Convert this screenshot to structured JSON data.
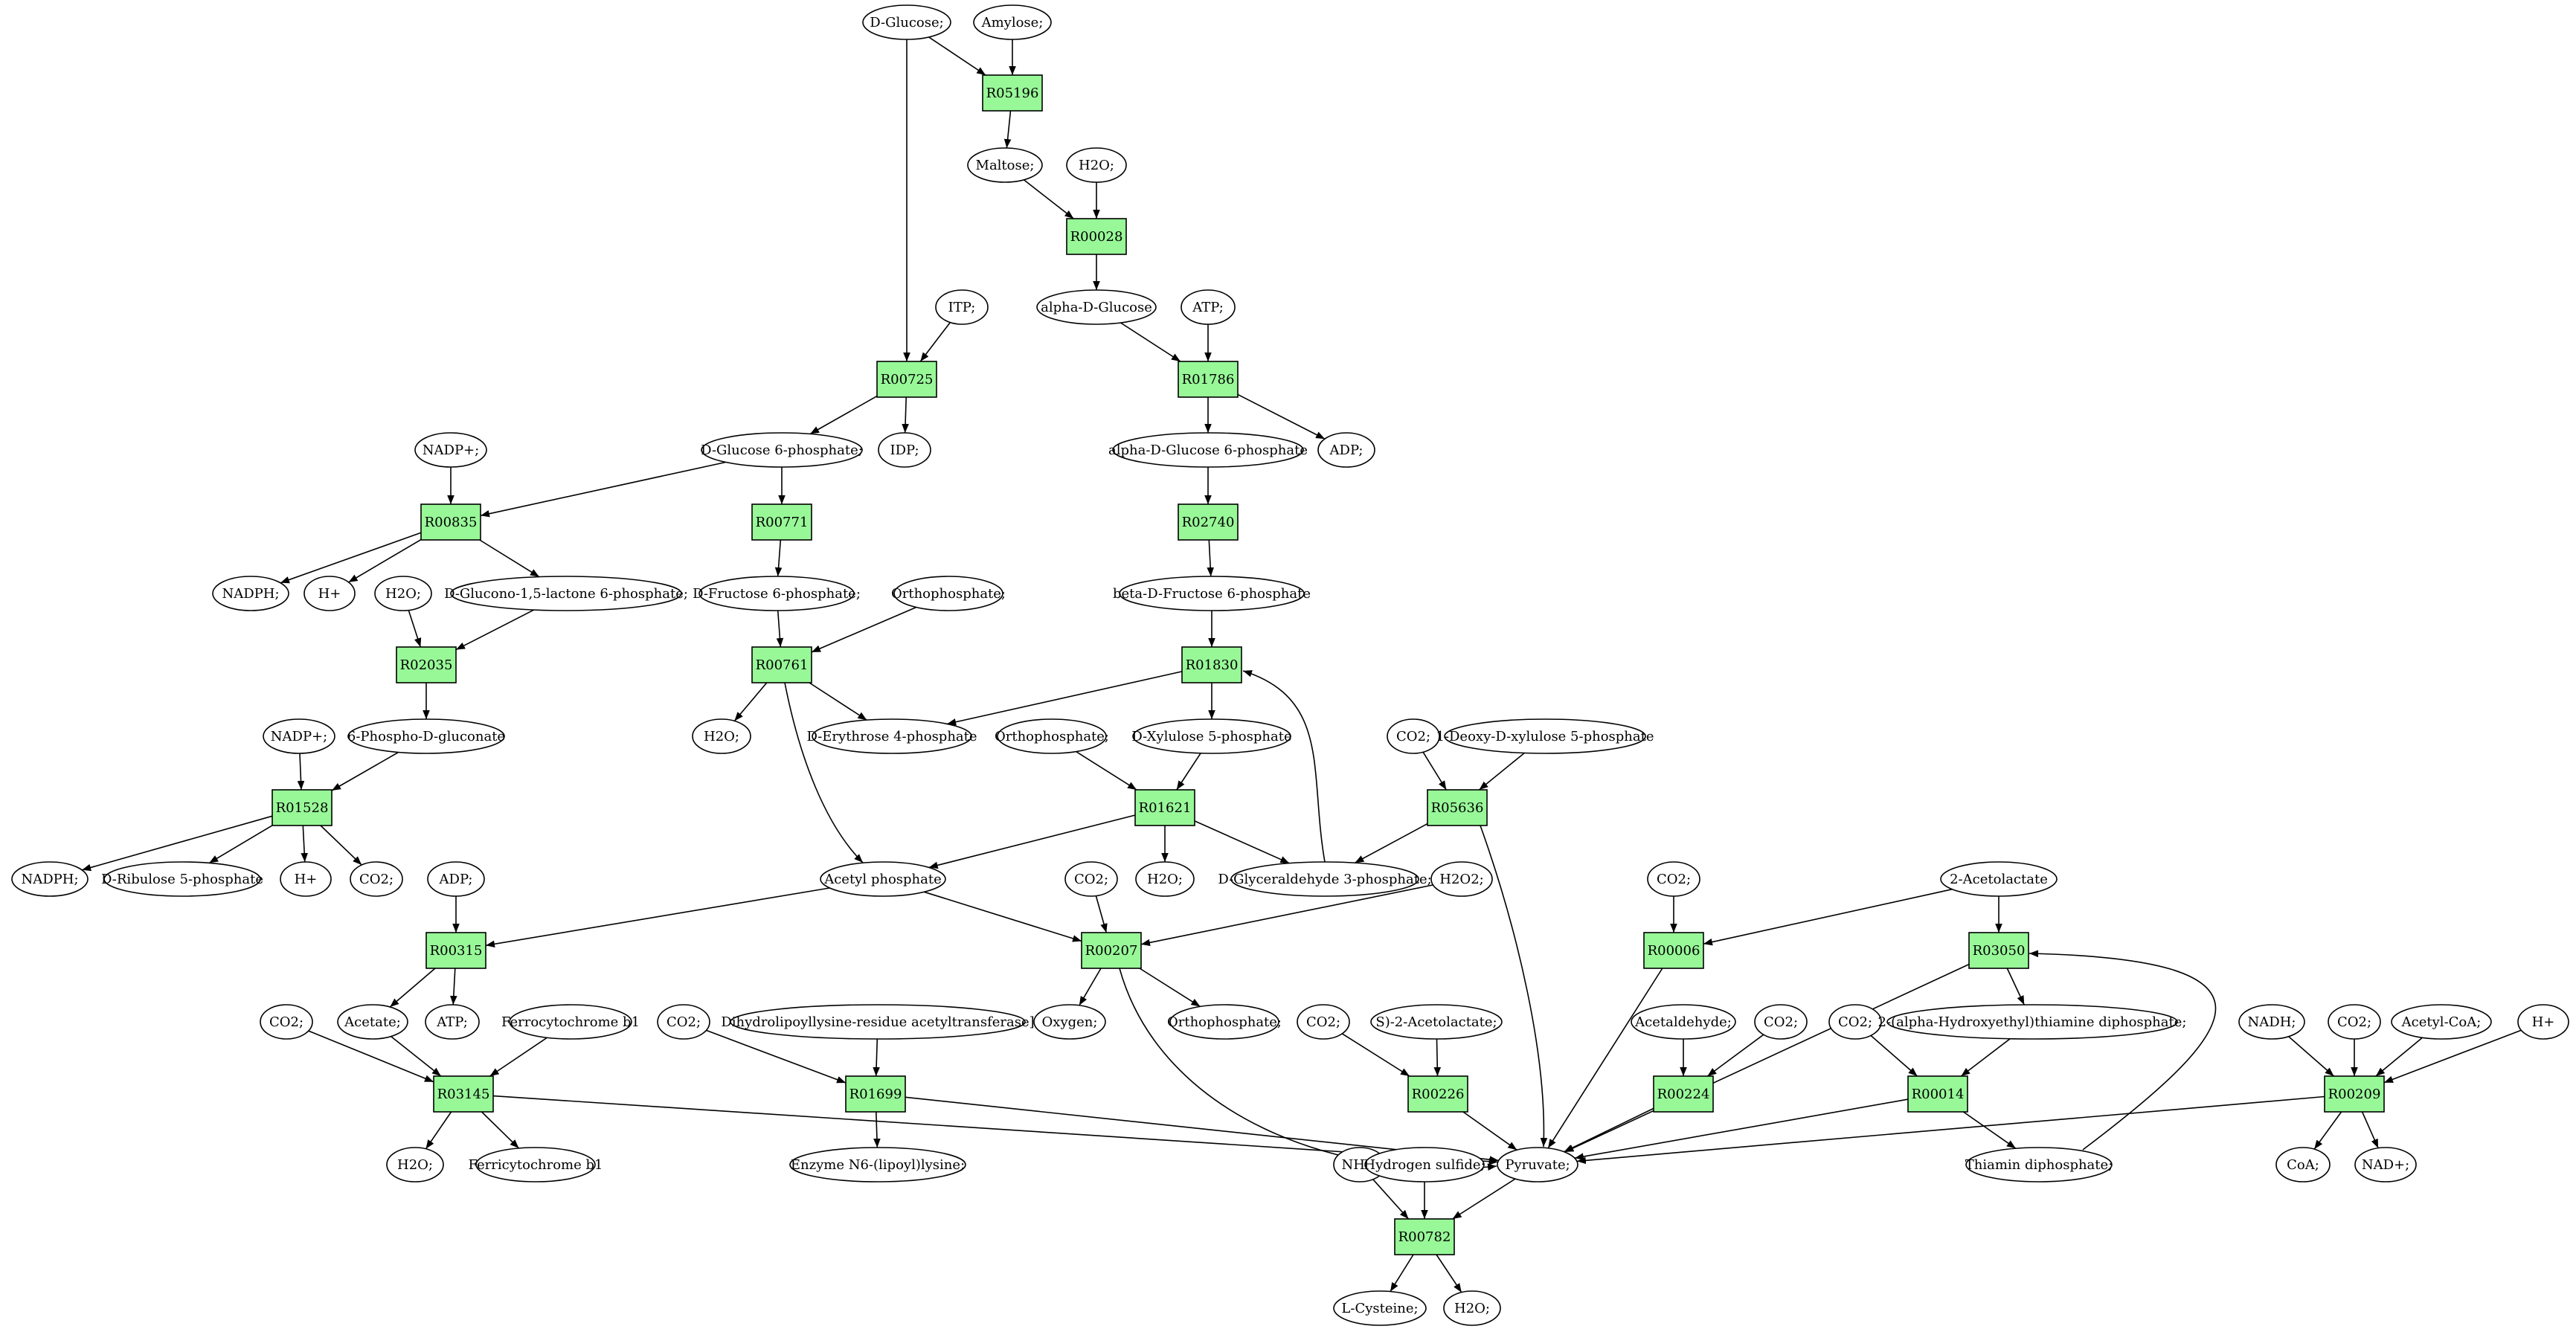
{
  "colors": {
    "reaction_fill": "#98f898",
    "metabolite_fill": "#ffffff",
    "start_fill": "#00ee00",
    "end_fill": "#ffff00",
    "stroke": "#000000"
  },
  "nodes": [
    {
      "id": "D-Glucose",
      "label": "D-Glucose;",
      "kind": "start"
    },
    {
      "id": "Amylose",
      "label": "Amylose;",
      "kind": "metabolite"
    },
    {
      "id": "R05196",
      "label": "R05196",
      "kind": "reaction"
    },
    {
      "id": "Maltose",
      "label": "Maltose;",
      "kind": "metabolite"
    },
    {
      "id": "H2O_1",
      "label": "H2O;",
      "kind": "metabolite"
    },
    {
      "id": "R00028",
      "label": "R00028",
      "kind": "reaction"
    },
    {
      "id": "ITP",
      "label": "ITP;",
      "kind": "metabolite"
    },
    {
      "id": "aDG",
      "label": "alpha-D-Glucose",
      "kind": "metabolite"
    },
    {
      "id": "ATP_1",
      "label": "ATP;",
      "kind": "metabolite"
    },
    {
      "id": "R00725",
      "label": "R00725",
      "kind": "reaction"
    },
    {
      "id": "R01786",
      "label": "R01786",
      "kind": "reaction"
    },
    {
      "id": "NADPp_1",
      "label": "NADP+;",
      "kind": "metabolite"
    },
    {
      "id": "DG6P",
      "label": "D-Glucose 6-phosphate;",
      "kind": "metabolite"
    },
    {
      "id": "IDP",
      "label": "IDP;",
      "kind": "metabolite"
    },
    {
      "id": "aDG6P",
      "label": "alpha-D-Glucose 6-phosphate",
      "kind": "metabolite"
    },
    {
      "id": "ADP_1",
      "label": "ADP;",
      "kind": "metabolite"
    },
    {
      "id": "R00835",
      "label": "R00835",
      "kind": "reaction"
    },
    {
      "id": "R00771",
      "label": "R00771",
      "kind": "reaction"
    },
    {
      "id": "R02740",
      "label": "R02740",
      "kind": "reaction"
    },
    {
      "id": "NADPH_1",
      "label": "NADPH;",
      "kind": "metabolite"
    },
    {
      "id": "Hp_1",
      "label": "H+",
      "kind": "metabolite"
    },
    {
      "id": "H2O_2",
      "label": "H2O;",
      "kind": "metabolite"
    },
    {
      "id": "DGlucono",
      "label": "D-Glucono-1,5-lactone 6-phosphate;",
      "kind": "metabolite"
    },
    {
      "id": "DF6P",
      "label": "D-Fructose 6-phosphate;",
      "kind": "metabolite"
    },
    {
      "id": "Ortho_1",
      "label": "Orthophosphate;",
      "kind": "metabolite"
    },
    {
      "id": "bDF6P",
      "label": "beta-D-Fructose 6-phosphate",
      "kind": "metabolite"
    },
    {
      "id": "R02035",
      "label": "R02035",
      "kind": "reaction"
    },
    {
      "id": "R00761",
      "label": "R00761",
      "kind": "reaction"
    },
    {
      "id": "R01830",
      "label": "R01830",
      "kind": "reaction"
    },
    {
      "id": "NADPp_2",
      "label": "NADP+;",
      "kind": "metabolite"
    },
    {
      "id": "PDG",
      "label": "6-Phospho-D-gluconate",
      "kind": "metabolite"
    },
    {
      "id": "H2O_3",
      "label": "H2O;",
      "kind": "metabolite"
    },
    {
      "id": "DE4P",
      "label": "D-Erythrose 4-phosphate",
      "kind": "metabolite"
    },
    {
      "id": "Ortho_2",
      "label": "Orthophosphate;",
      "kind": "metabolite"
    },
    {
      "id": "DX5P",
      "label": "D-Xylulose 5-phosphate",
      "kind": "metabolite"
    },
    {
      "id": "CO2_1",
      "label": "CO2;",
      "kind": "metabolite"
    },
    {
      "id": "DOX",
      "label": "1-Deoxy-D-xylulose 5-phosphate",
      "kind": "metabolite"
    },
    {
      "id": "R01528",
      "label": "R01528",
      "kind": "reaction"
    },
    {
      "id": "R01621",
      "label": "R01621",
      "kind": "reaction"
    },
    {
      "id": "R05636",
      "label": "R05636",
      "kind": "reaction"
    },
    {
      "id": "NADPH_2",
      "label": "NADPH;",
      "kind": "metabolite"
    },
    {
      "id": "DR5P",
      "label": "D-Ribulose 5-phosphate",
      "kind": "metabolite"
    },
    {
      "id": "Hp_2",
      "label": "H+",
      "kind": "metabolite"
    },
    {
      "id": "CO2_2",
      "label": "CO2;",
      "kind": "metabolite"
    },
    {
      "id": "ADP_2",
      "label": "ADP;",
      "kind": "metabolite"
    },
    {
      "id": "AcP",
      "label": "Acetyl phosphate",
      "kind": "metabolite"
    },
    {
      "id": "CO2_3",
      "label": "CO2;",
      "kind": "metabolite"
    },
    {
      "id": "H2O_4",
      "label": "H2O;",
      "kind": "metabolite"
    },
    {
      "id": "G3P",
      "label": "D-Glyceraldehyde 3-phosphate;",
      "kind": "metabolite"
    },
    {
      "id": "H2O2",
      "label": "H2O2;",
      "kind": "metabolite"
    },
    {
      "id": "CO2_4",
      "label": "CO2;",
      "kind": "metabolite"
    },
    {
      "id": "AcLac",
      "label": "2-Acetolactate",
      "kind": "metabolite"
    },
    {
      "id": "R00315",
      "label": "R00315",
      "kind": "reaction"
    },
    {
      "id": "R00207",
      "label": "R00207",
      "kind": "reaction"
    },
    {
      "id": "R00006",
      "label": "R00006",
      "kind": "reaction"
    },
    {
      "id": "R03050",
      "label": "R03050",
      "kind": "reaction"
    },
    {
      "id": "CO2_5",
      "label": "CO2;",
      "kind": "metabolite"
    },
    {
      "id": "Acetate",
      "label": "Acetate;",
      "kind": "metabolite"
    },
    {
      "id": "ATP_2",
      "label": "ATP;",
      "kind": "metabolite"
    },
    {
      "id": "FerroB1",
      "label": "Ferrocytochrome b1",
      "kind": "metabolite"
    },
    {
      "id": "CO2_6",
      "label": "CO2;",
      "kind": "metabolite"
    },
    {
      "id": "DLAT",
      "label": "Dihydrolipoyllysine-residue acetyltransferase]",
      "kind": "metabolite"
    },
    {
      "id": "Oxygen",
      "label": "Oxygen;",
      "kind": "metabolite"
    },
    {
      "id": "Ortho_3",
      "label": "Orthophosphate;",
      "kind": "metabolite"
    },
    {
      "id": "CO2_7",
      "label": "CO2;",
      "kind": "metabolite"
    },
    {
      "id": "SAcLac",
      "label": "S)-2-Acetolactate;",
      "kind": "metabolite"
    },
    {
      "id": "Acetald",
      "label": "Acetaldehyde;",
      "kind": "metabolite"
    },
    {
      "id": "CO2_8",
      "label": "CO2;",
      "kind": "metabolite"
    },
    {
      "id": "CO2_9",
      "label": "CO2;",
      "kind": "metabolite"
    },
    {
      "id": "HETPP",
      "label": "2-(alpha-Hydroxyethyl)thiamine diphosphate;",
      "kind": "metabolite"
    },
    {
      "id": "NADH",
      "label": "NADH;",
      "kind": "metabolite"
    },
    {
      "id": "CO2_10",
      "label": "CO2;",
      "kind": "metabolite"
    },
    {
      "id": "AcCoA",
      "label": "Acetyl-CoA;",
      "kind": "metabolite"
    },
    {
      "id": "Hp_3",
      "label": "H+",
      "kind": "metabolite"
    },
    {
      "id": "R03145",
      "label": "R03145",
      "kind": "reaction"
    },
    {
      "id": "R01699",
      "label": "R01699",
      "kind": "reaction"
    },
    {
      "id": "R00226",
      "label": "R00226",
      "kind": "reaction"
    },
    {
      "id": "R00224",
      "label": "R00224",
      "kind": "reaction"
    },
    {
      "id": "R00014",
      "label": "R00014",
      "kind": "reaction"
    },
    {
      "id": "R00209",
      "label": "R00209",
      "kind": "reaction"
    },
    {
      "id": "H2O_5",
      "label": "H2O;",
      "kind": "metabolite"
    },
    {
      "id": "FerriB1",
      "label": "Ferricytochrome b1",
      "kind": "metabolite"
    },
    {
      "id": "EnzN6",
      "label": "Enzyme N6-(lipoyl)lysine;",
      "kind": "metabolite"
    },
    {
      "id": "NH3",
      "label": "NH3;",
      "kind": "metabolite"
    },
    {
      "id": "H2S",
      "label": "Hydrogen sulfide;",
      "kind": "metabolite"
    },
    {
      "id": "Pyruvate",
      "label": "Pyruvate;",
      "kind": "metabolite"
    },
    {
      "id": "ThDP",
      "label": "Thiamin diphosphate;",
      "kind": "metabolite"
    },
    {
      "id": "CoA",
      "label": "CoA;",
      "kind": "metabolite"
    },
    {
      "id": "NADp",
      "label": "NAD+;",
      "kind": "metabolite"
    },
    {
      "id": "R00782",
      "label": "R00782",
      "kind": "reaction"
    },
    {
      "id": "LCys",
      "label": "L-Cysteine;",
      "kind": "end"
    },
    {
      "id": "H2O_6",
      "label": "H2O;",
      "kind": "metabolite"
    }
  ],
  "edges": [
    [
      "D-Glucose",
      "R05196"
    ],
    [
      "Amylose",
      "R05196"
    ],
    [
      "R05196",
      "Maltose"
    ],
    [
      "Maltose",
      "R00028"
    ],
    [
      "H2O_1",
      "R00028"
    ],
    [
      "R00028",
      "aDG"
    ],
    [
      "D-Glucose",
      "R00725"
    ],
    [
      "ITP",
      "R00725"
    ],
    [
      "R00725",
      "DG6P"
    ],
    [
      "R00725",
      "IDP"
    ],
    [
      "aDG",
      "R01786"
    ],
    [
      "ATP_1",
      "R01786"
    ],
    [
      "R01786",
      "aDG6P"
    ],
    [
      "R01786",
      "ADP_1"
    ],
    [
      "DG6P",
      "R00835"
    ],
    [
      "NADPp_1",
      "R00835"
    ],
    [
      "DG6P",
      "R00771"
    ],
    [
      "aDG6P",
      "R02740"
    ],
    [
      "R00835",
      "NADPH_1"
    ],
    [
      "R00835",
      "Hp_1"
    ],
    [
      "R00835",
      "DGlucono"
    ],
    [
      "R00771",
      "DF6P"
    ],
    [
      "R02740",
      "bDF6P"
    ],
    [
      "H2O_2",
      "R02035"
    ],
    [
      "DGlucono",
      "R02035"
    ],
    [
      "R02035",
      "PDG"
    ],
    [
      "DF6P",
      "R00761"
    ],
    [
      "Ortho_1",
      "R00761"
    ],
    [
      "R00761",
      "H2O_3"
    ],
    [
      "R00761",
      "DE4P"
    ],
    [
      "R00761",
      "AcP"
    ],
    [
      "bDF6P",
      "R01830"
    ],
    [
      "R01830",
      "DE4P"
    ],
    [
      "R01830",
      "DX5P"
    ],
    [
      "G3P",
      "R01830"
    ],
    [
      "NADPp_2",
      "R01528"
    ],
    [
      "PDG",
      "R01528"
    ],
    [
      "R01528",
      "NADPH_2"
    ],
    [
      "R01528",
      "DR5P"
    ],
    [
      "R01528",
      "Hp_2"
    ],
    [
      "R01528",
      "CO2_2"
    ],
    [
      "Ortho_2",
      "R01621"
    ],
    [
      "DX5P",
      "R01621"
    ],
    [
      "R01621",
      "AcP"
    ],
    [
      "R01621",
      "H2O_4"
    ],
    [
      "R01621",
      "G3P"
    ],
    [
      "CO2_1",
      "R05636"
    ],
    [
      "DOX",
      "R05636"
    ],
    [
      "R05636",
      "G3P"
    ],
    [
      "R05636",
      "Pyruvate"
    ],
    [
      "ADP_2",
      "R00315"
    ],
    [
      "AcP",
      "R00315"
    ],
    [
      "R00315",
      "Acetate"
    ],
    [
      "R00315",
      "ATP_2"
    ],
    [
      "AcP",
      "R00207"
    ],
    [
      "CO2_3",
      "R00207"
    ],
    [
      "H2O2",
      "R00207"
    ],
    [
      "R00207",
      "Oxygen"
    ],
    [
      "R00207",
      "Ortho_3"
    ],
    [
      "R00207",
      "Pyruvate"
    ],
    [
      "CO2_4",
      "R00006"
    ],
    [
      "AcLac",
      "R00006"
    ],
    [
      "R00006",
      "Pyruvate"
    ],
    [
      "AcLac",
      "R03050"
    ],
    [
      "ThDP",
      "R03050"
    ],
    [
      "R03050",
      "HETPP"
    ],
    [
      "R03050",
      "Pyruvate"
    ],
    [
      "CO2_5",
      "R03145"
    ],
    [
      "Acetate",
      "R03145"
    ],
    [
      "FerroB1",
      "R03145"
    ],
    [
      "R03145",
      "H2O_5"
    ],
    [
      "R03145",
      "FerriB1"
    ],
    [
      "R03145",
      "Pyruvate"
    ],
    [
      "CO2_6",
      "R01699"
    ],
    [
      "DLAT",
      "R01699"
    ],
    [
      "R01699",
      "EnzN6"
    ],
    [
      "R01699",
      "Pyruvate"
    ],
    [
      "CO2_7",
      "R00226"
    ],
    [
      "SAcLac",
      "R00226"
    ],
    [
      "R00226",
      "Pyruvate"
    ],
    [
      "Acetald",
      "R00224"
    ],
    [
      "CO2_8",
      "R00224"
    ],
    [
      "R00224",
      "Pyruvate"
    ],
    [
      "CO2_9",
      "R00014"
    ],
    [
      "HETPP",
      "R00014"
    ],
    [
      "R00014",
      "Pyruvate"
    ],
    [
      "R00014",
      "ThDP"
    ],
    [
      "NADH",
      "R00209"
    ],
    [
      "CO2_10",
      "R00209"
    ],
    [
      "AcCoA",
      "R00209"
    ],
    [
      "Hp_3",
      "R00209"
    ],
    [
      "R00209",
      "Pyruvate"
    ],
    [
      "R00209",
      "CoA"
    ],
    [
      "R00209",
      "NADp"
    ],
    [
      "NH3",
      "R00782"
    ],
    [
      "H2S",
      "R00782"
    ],
    [
      "Pyruvate",
      "R00782"
    ],
    [
      "R00782",
      "LCys"
    ],
    [
      "R00782",
      "H2O_6"
    ]
  ]
}
